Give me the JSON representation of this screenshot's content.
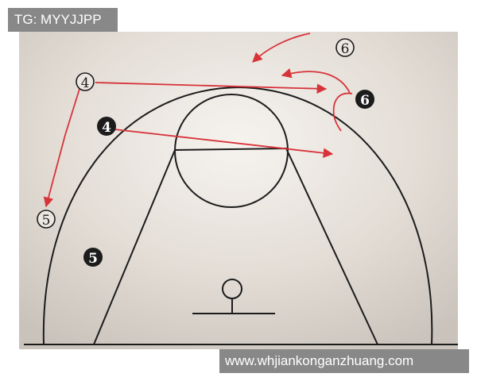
{
  "watermarks": {
    "top_left": "TG: MYYJJPP",
    "bottom_right": "www.whjiankonganzhuang.com"
  },
  "court": {
    "players_offense": [
      "4",
      "5",
      "6"
    ],
    "players_defense": [
      "4",
      "5",
      "6"
    ],
    "line_color": "#1c1c1c",
    "arrow_color": "#d7343a",
    "paper_color": "#e2ddd7"
  }
}
